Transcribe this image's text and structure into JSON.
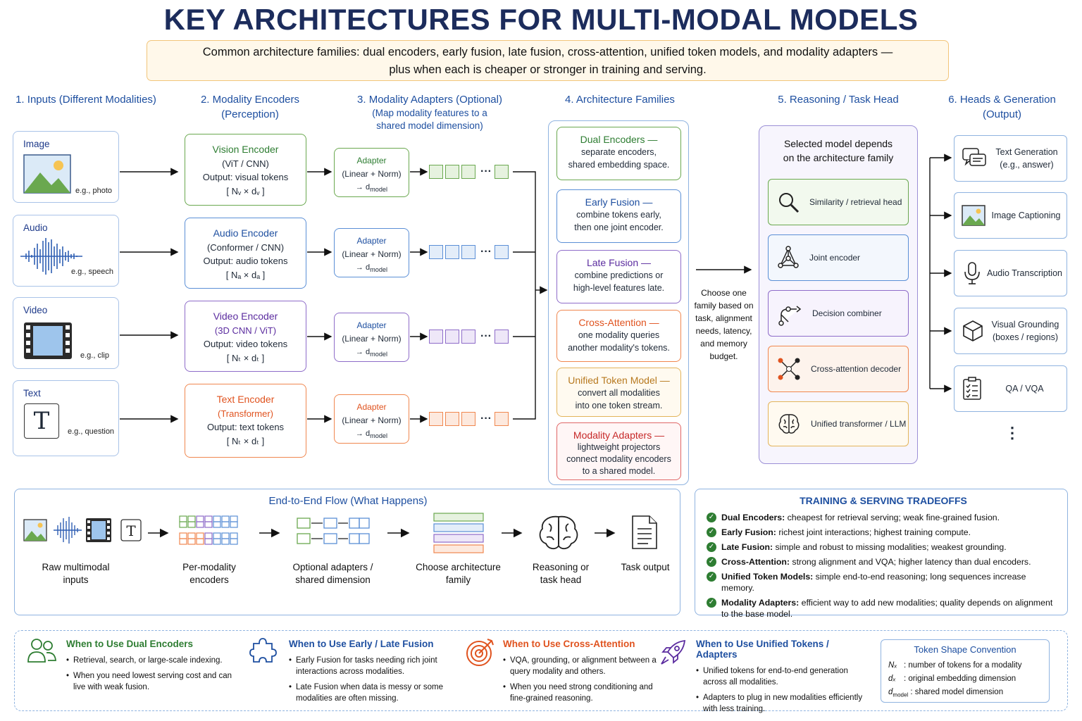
{
  "title": "KEY ARCHITECTURES FOR MULTI-MODAL MODELS",
  "subtitle": {
    "line1": "Common architecture families: dual encoders, early fusion, late fusion, cross-attention, unified token models, and modality adapters —",
    "line2": "plus when each is cheaper or stronger in training and serving."
  },
  "columns": {
    "c1": "1. Inputs (Different Modalities)",
    "c2_l1": "2. Modality Encoders",
    "c2_l2": "(Perception)",
    "c3_l1": "3. Modality Adapters (Optional)",
    "c3_l2": "(Map modality features to a",
    "c3_l3": "shared model dimension)",
    "c4": "4. Architecture Families",
    "c5": "5. Reasoning / Task Head",
    "c6_l1": "6. Heads & Generation",
    "c6_l2": "(Output)"
  },
  "inputs": [
    {
      "label": "Image",
      "example": "e.g., photo"
    },
    {
      "label": "Audio",
      "example": "e.g., speech"
    },
    {
      "label": "Video",
      "example": "e.g., clip"
    },
    {
      "label": "Text",
      "example": "e.g., question",
      "glyph": "T"
    }
  ],
  "encoders": [
    {
      "title": "Vision Encoder",
      "arch": "(ViT / CNN)",
      "output": "Output: visual tokens",
      "shape": "[ Nᵥ × dᵥ ]",
      "color": "#2e7d32"
    },
    {
      "title": "Audio Encoder",
      "arch": "(Conformer / CNN)",
      "output": "Output: audio tokens",
      "shape": "[ Nₐ × dₐ ]",
      "color": "#1e4fa0"
    },
    {
      "title": "Video Encoder",
      "arch": "(3D CNN / ViT)",
      "output": "Output: video tokens",
      "shape": "[ Nₜ × dₜ ]",
      "color": "#5b2c9f"
    },
    {
      "title": "Text Encoder",
      "arch": "(Transformer)",
      "output": "Output: text tokens",
      "shape": "[ Nₜ × dₜ ]",
      "color": "#e0531f"
    }
  ],
  "adapter": {
    "title": "Adapter",
    "body": "(Linear + Norm)",
    "out": "→ d",
    "sub": "model"
  },
  "ellipsis": "···",
  "families": [
    {
      "title": "Dual Encoders —",
      "l1": "separate encoders,",
      "l2": "shared embedding space.",
      "color": "#2e7d32"
    },
    {
      "title": "Early Fusion —",
      "l1": "combine tokens early,",
      "l2": "then one joint encoder.",
      "color": "#1e4fa0"
    },
    {
      "title": "Late Fusion —",
      "l1": "combine predictions or",
      "l2": "high-level features late.",
      "color": "#5b2c9f"
    },
    {
      "title": "Cross-Attention —",
      "l1": "one modality queries",
      "l2": "another modality's tokens.",
      "color": "#e0531f"
    },
    {
      "title": "Unified Token Model —",
      "l1": "convert all modalities",
      "l2": "into one token stream.",
      "color": "#b7791f"
    },
    {
      "title": "Modality Adapters —",
      "l1": "lightweight projectors",
      "l2": "connect modality encoders",
      "l3": "to a shared model.",
      "color": "#c62828"
    }
  ],
  "choose": [
    "Choose one",
    "family based on",
    "task, alignment",
    "needs, latency,",
    "and memory",
    "budget."
  ],
  "reasoning": {
    "header_l1": "Selected model depends",
    "header_l2": "on the architecture family",
    "heads": [
      {
        "label": "Similarity / retrieval head",
        "icon": "magnifier-icon"
      },
      {
        "label": "Joint encoder",
        "icon": "graph-node-icon"
      },
      {
        "label": "Decision combiner",
        "icon": "branch-icon"
      },
      {
        "label": "Cross-attention decoder",
        "icon": "cross-nodes-icon"
      },
      {
        "label": "Unified transformer / LLM",
        "icon": "brain-icon"
      }
    ]
  },
  "outputs": [
    {
      "l1": "Text Generation",
      "l2": "(e.g., answer)",
      "icon": "chat-icon"
    },
    {
      "l1": "Image Captioning",
      "l2": "",
      "icon": "image-icon"
    },
    {
      "l1": "Audio Transcription",
      "l2": "",
      "icon": "microphone-icon"
    },
    {
      "l1": "Visual Grounding",
      "l2": "(boxes / regions)",
      "icon": "cube-icon"
    },
    {
      "l1": "QA / VQA",
      "l2": "",
      "icon": "checklist-icon"
    }
  ],
  "outputs_more": "⋮",
  "flow": {
    "title": "End-to-End Flow (What Happens)",
    "steps": [
      {
        "l1": "Raw multimodal",
        "l2": "inputs"
      },
      {
        "l1": "Per-modality",
        "l2": "encoders"
      },
      {
        "l1": "Optional adapters /",
        "l2": "shared dimension"
      },
      {
        "l1": "Choose architecture",
        "l2": "family"
      },
      {
        "l1": "Reasoning or",
        "l2": "task head"
      },
      {
        "l1": "Task output",
        "l2": ""
      }
    ]
  },
  "tradeoffs": {
    "title": "TRAINING & SERVING TRADEOFFS",
    "items": [
      {
        "name": "Dual Encoders:",
        "text": " cheapest for retrieval serving; weak fine-grained fusion."
      },
      {
        "name": "Early Fusion:",
        "text": " richest joint interactions; highest training compute."
      },
      {
        "name": "Late Fusion:",
        "text": " simple and robust to missing modalities; weakest grounding."
      },
      {
        "name": "Cross-Attention:",
        "text": " strong alignment and VQA; higher latency than dual encoders."
      },
      {
        "name": "Unified Token Models:",
        "text": " simple end-to-end reasoning; long sequences increase memory."
      },
      {
        "name": "Modality Adapters:",
        "text": " efficient way to add new modalities; quality depends on alignment to the base model."
      }
    ]
  },
  "tips": [
    {
      "title": "When to Use Dual Encoders",
      "color": "#2e7d32",
      "items": [
        "Retrieval, search, or large-scale indexing.",
        "When you need lowest serving cost and can live with weak fusion."
      ]
    },
    {
      "title": "When to Use Early / Late Fusion",
      "color": "#1e4fa0",
      "items": [
        "Early Fusion for tasks needing rich joint interactions across modalities.",
        "Late Fusion when data is messy or some modalities are often missing."
      ]
    },
    {
      "title": "When to Use Cross-Attention",
      "color": "#e0531f",
      "items": [
        "VQA, grounding, or alignment between a query modality and others.",
        "When you need strong conditioning and fine-grained reasoning."
      ]
    },
    {
      "title": "When to Use Unified Tokens / Adapters",
      "color": "#1e4fa0",
      "items": [
        "Unified tokens for end-to-end generation across all modalities.",
        "Adapters to plug in new modalities efficiently with less training."
      ]
    }
  ],
  "convention": {
    "title": "Token Shape Convention",
    "rows": [
      {
        "sym": "Nₓ",
        "desc": ": number of tokens for a modality"
      },
      {
        "sym": "dₓ",
        "desc": ": original embedding dimension"
      },
      {
        "sym": "d",
        "sub": "model",
        "desc": ": shared model dimension"
      }
    ]
  }
}
